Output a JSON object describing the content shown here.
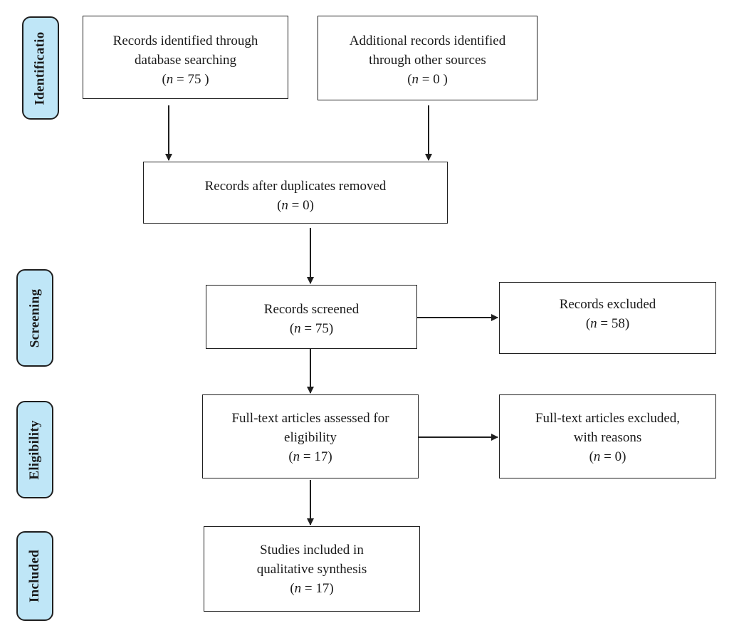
{
  "phases": {
    "identification": "Identificatio",
    "screening": "Screening",
    "eligibility": "Eligibility",
    "included": "Included"
  },
  "boxes": {
    "db_search": {
      "lines": [
        "Records identified through",
        "database searching"
      ],
      "n_prefix": "(",
      "n_var": "n",
      "n_value": " = 75 )"
    },
    "other_sources": {
      "lines": [
        "Additional records identified",
        "through other sources"
      ],
      "n_prefix": "(",
      "n_var": "n",
      "n_value": " = 0 )"
    },
    "duplicates_removed": {
      "lines": [
        "Records after duplicates removed"
      ],
      "n_prefix": "(",
      "n_var": "n",
      "n_value": " = 0)"
    },
    "screened": {
      "lines": [
        "Records screened"
      ],
      "n_prefix": "(",
      "n_var": "n",
      "n_value": " = 75)"
    },
    "excluded": {
      "lines": [
        "Records excluded"
      ],
      "n_prefix": "(",
      "n_var": "n",
      "n_value": " = 58)"
    },
    "fulltext_assessed": {
      "lines": [
        "Full-text articles assessed for",
        "eligibility"
      ],
      "n_prefix": "(",
      "n_var": "n",
      "n_value": " = 17)"
    },
    "fulltext_excluded": {
      "lines": [
        "Full-text articles excluded,",
        "with reasons"
      ],
      "n_prefix": "(",
      "n_var": "n",
      "n_value": " = 0)"
    },
    "included_studies": {
      "lines": [
        "Studies included in",
        "qualitative synthesis"
      ],
      "n_prefix": "(",
      "n_var": "n",
      "n_value": " = 17)"
    }
  },
  "colors": {
    "phase_fill": "#bfe6f7",
    "line": "#1f1f1f"
  }
}
